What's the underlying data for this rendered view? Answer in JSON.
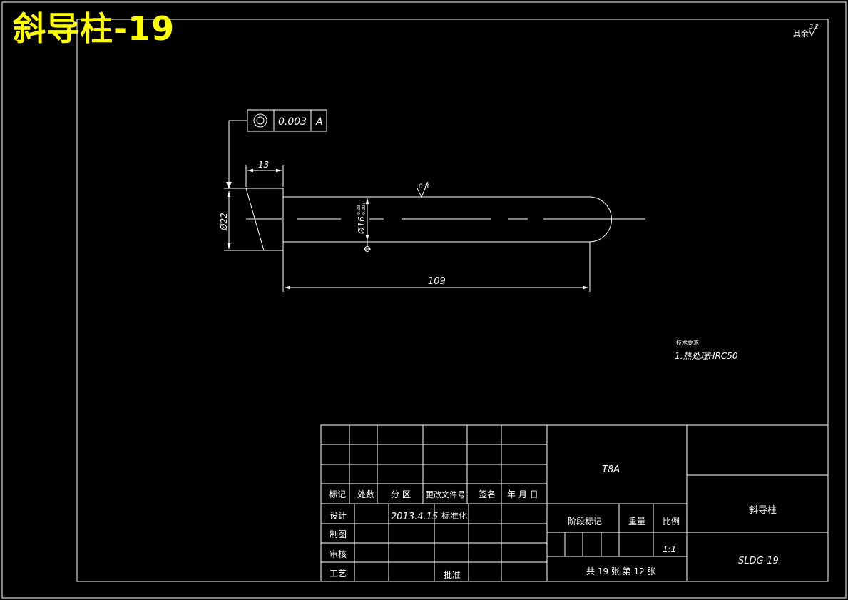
{
  "header": {
    "title": "斜导柱-19"
  },
  "roughness_note": {
    "prefix": "其余",
    "value": "3.2"
  },
  "tolerance_frame": {
    "symbol": "concentricity",
    "value": "0.003",
    "datum": "A"
  },
  "dimensions": {
    "head_length": "13",
    "head_diameter": "Ø22",
    "shaft_diameter": "Ø16",
    "shaft_tol_upper": "-0.08",
    "shaft_tol_lower": "-0.007",
    "shaft_length": "109",
    "surface_roughness": "0.8"
  },
  "technical_requirements": {
    "heading": "技术要求",
    "items": [
      "1.热处理HRC50"
    ]
  },
  "title_block": {
    "material": "T8A",
    "part_name": "斜导柱",
    "drawing_number": "SLDG-19",
    "revision_headers": [
      "标记",
      "处数",
      "分 区",
      "更改文件号",
      "签名",
      "年 月 日"
    ],
    "design_label": "设计",
    "design_date": "2013.4.15",
    "standardization_label": "标准化",
    "drafting_label": "制图",
    "review_label": "审核",
    "process_label": "工艺",
    "approval_label": "批准",
    "stage_label": "阶段标记",
    "weight_label": "重量",
    "scale_label": "比例",
    "scale_value": "1:1",
    "sheet_info": "共 19 张  第 12 张"
  }
}
